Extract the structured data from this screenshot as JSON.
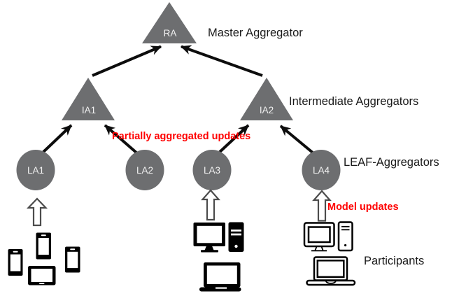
{
  "diagram": {
    "layers": {
      "master": {
        "node_id": "RA",
        "label": "Master Aggregator"
      },
      "intermediate": {
        "label": "Intermediate Aggregators",
        "nodes": [
          {
            "id": "IA1"
          },
          {
            "id": "IA2"
          }
        ]
      },
      "leaf": {
        "label": "LEAF-Aggregators",
        "nodes": [
          {
            "id": "LA1"
          },
          {
            "id": "LA2"
          },
          {
            "id": "LA3"
          },
          {
            "id": "LA4"
          }
        ]
      },
      "participants": {
        "label": "Participants"
      }
    },
    "annotations": {
      "partially_aggregated": "Partially aggregated updates",
      "model_updates": "Model updates"
    },
    "colors": {
      "node_fill": "#6d6e70",
      "node_text": "#f2f2f2",
      "arrow": "#0d0d0d",
      "label_text": "#1a1a1a",
      "annotation_red": "#ff0000",
      "hollow_arrow_stroke": "#4c4c4c"
    }
  }
}
